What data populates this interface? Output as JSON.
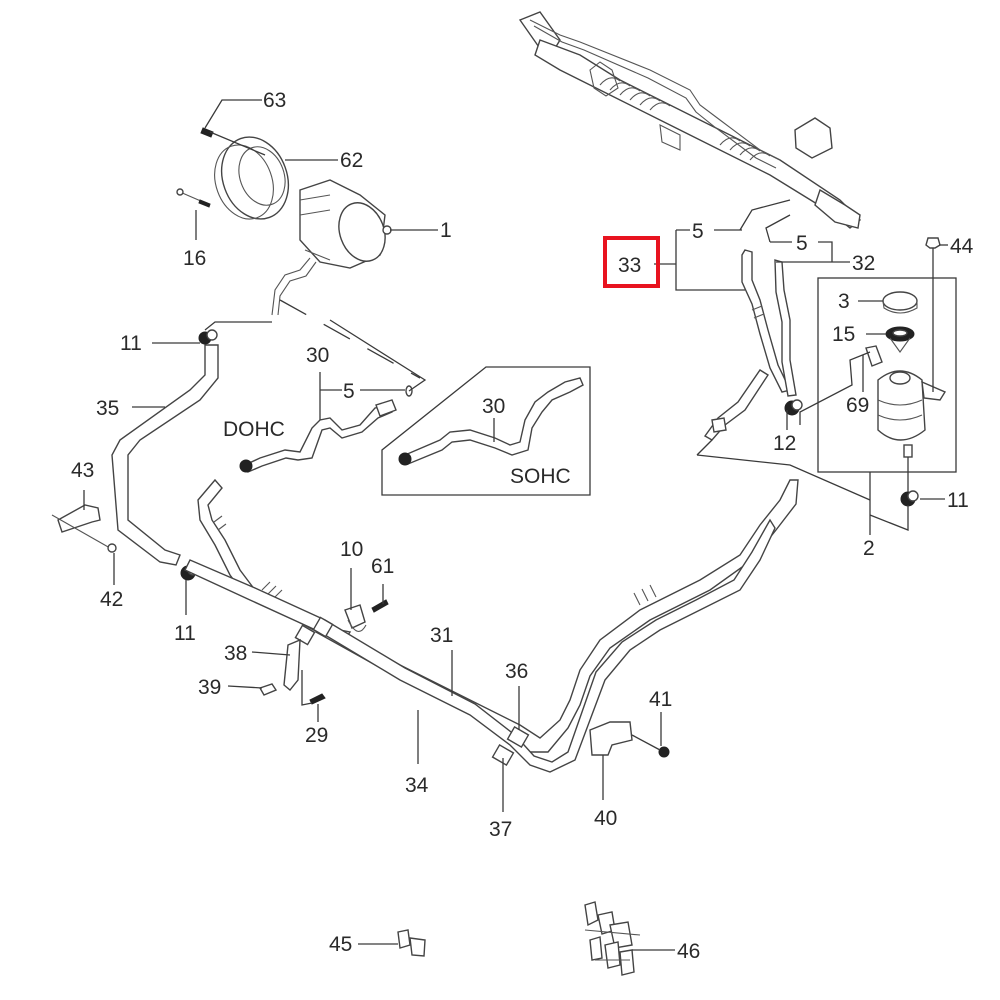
{
  "diagram": {
    "title": "Power steering system parts diagram",
    "highlight_color": "#e8131f",
    "highlighted_part": "33",
    "variant_labels": {
      "dohc": "DOHC",
      "sohc": "SOHC"
    },
    "callouts": {
      "p63": "63",
      "p62": "62",
      "p1": "1",
      "p16": "16",
      "p11a": "11",
      "p35": "35",
      "p43": "43",
      "p42": "42",
      "p11b": "11",
      "p30a": "30",
      "p5a": "5",
      "p30b": "30",
      "p33": "33",
      "p5b": "5",
      "p5c": "5",
      "p32": "32",
      "p44": "44",
      "p3": "3",
      "p15": "15",
      "p69": "69",
      "p12": "12",
      "p11c": "11",
      "p2": "2",
      "p10": "10",
      "p61": "61",
      "p38": "38",
      "p39": "39",
      "p29": "29",
      "p31": "31",
      "p34": "34",
      "p36": "36",
      "p37": "37",
      "p41": "41",
      "p40": "40",
      "p45": "45",
      "p46": "46"
    }
  }
}
